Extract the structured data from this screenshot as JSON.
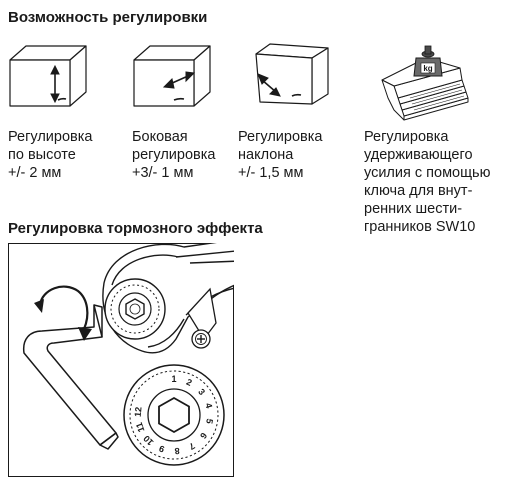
{
  "section_adjustment": {
    "title": "Возможность регулировки",
    "items": [
      {
        "lines": [
          "Регулировка",
          "по высоте",
          "+/- 2 мм"
        ],
        "icon": "vertical-arrow-icon"
      },
      {
        "lines": [
          "Боковая",
          "регулировка",
          "+3/- 1 мм"
        ],
        "icon": "horizontal-arrow-icon"
      },
      {
        "lines": [
          "Регулировка",
          "наклона",
          "+/- 1,5 мм"
        ],
        "icon": "tilt-arrow-icon"
      },
      {
        "lines": [
          "Регулировка",
          "удерживающего",
          "усилия с помощью",
          "ключа для внут-",
          "ренних шести-",
          "гранников SW10"
        ],
        "icon": "weight-kg-icon"
      }
    ]
  },
  "section_brake": {
    "title": "Регулировка тормозного эффекта",
    "dial_numbers": [
      "1",
      "2",
      "3",
      "4",
      "5",
      "6",
      "7",
      "8",
      "9",
      "10",
      "11",
      "12"
    ],
    "weight_label": "kg"
  }
}
